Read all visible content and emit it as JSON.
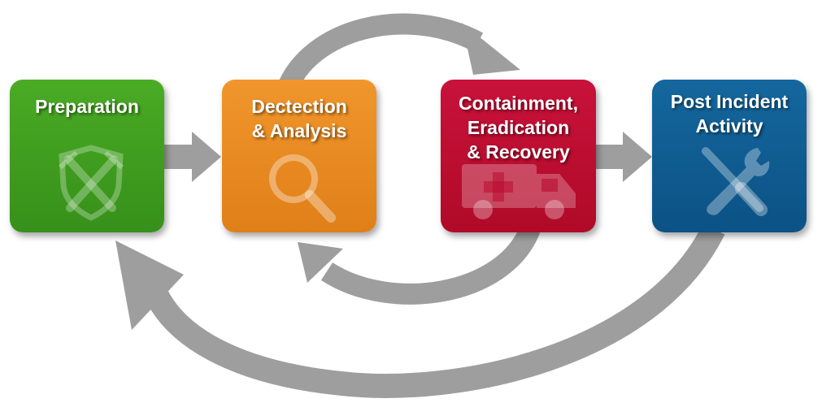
{
  "diagram": {
    "stages": [
      {
        "id": "preparation",
        "lines": [
          "Preparation"
        ],
        "color": "#3c9a1c",
        "icon": "crossed-swords-shield-icon"
      },
      {
        "id": "detection",
        "lines": [
          "Dectection",
          "& Analysis"
        ],
        "color": "#e6861f",
        "icon": "magnifier-icon"
      },
      {
        "id": "containment",
        "lines": [
          "Containment,",
          "Eradication",
          "& Recovery"
        ],
        "color": "#bb0a2d",
        "icon": "ambulance-icon"
      },
      {
        "id": "post-incident",
        "lines": [
          "Post Incident",
          "Activity"
        ],
        "color": "#0d5a8d",
        "icon": "wrench-screwdriver-icon"
      }
    ],
    "connector_color": "#9e9e9e"
  }
}
